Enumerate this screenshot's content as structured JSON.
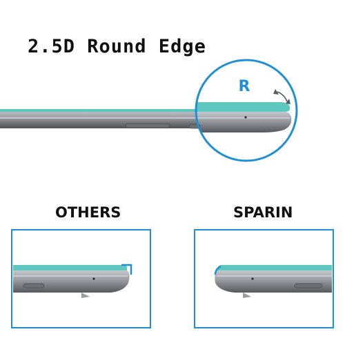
{
  "headline": "2.5D Round Edge",
  "zoom": {
    "letter": "R"
  },
  "panels": {
    "left_label": "OTHERS",
    "right_label": "SPARIN"
  },
  "colors": {
    "accent_blue": "#1e8fd6",
    "screen_cyan": "#5ec8c0",
    "device_gray": "#8f9296",
    "device_dark": "#5a5d61",
    "text": "#111111"
  },
  "icons": {
    "rotate_arrow": "rotate-arrow-icon",
    "corner_left": "corner-bracket-icon",
    "corner_right": "corner-bracket-icon"
  }
}
